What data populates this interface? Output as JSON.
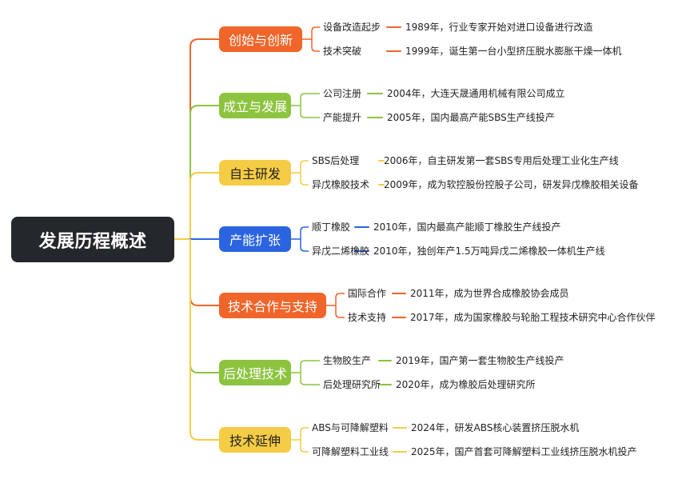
{
  "title": "发展历程概述",
  "colors": {
    "root": "#24272c",
    "orange": "#f0652a",
    "green": "#8cc43f",
    "yellow": "#f5cc45",
    "blue": "#2b64e0"
  },
  "branches": [
    {
      "label": "创始与创新",
      "color": "orange",
      "items": [
        {
          "topic": "设备改造起步",
          "detail": "1989年，行业专家开始对进口设备进行改造"
        },
        {
          "topic": "技术突破",
          "detail": "1999年，诞生第一台小型挤压脱水膨胀干燥一体机"
        }
      ]
    },
    {
      "label": "成立与发展",
      "color": "green",
      "items": [
        {
          "topic": "公司注册",
          "detail": "2004年，大连天晟通用机械有限公司成立"
        },
        {
          "topic": "产能提升",
          "detail": "2005年，国内最高产能SBS生产线投产"
        }
      ]
    },
    {
      "label": "自主研发",
      "color": "yellow",
      "items": [
        {
          "topic": "SBS后处理",
          "detail": "2006年，自主研发第一套SBS专用后处理工业化生产线"
        },
        {
          "topic": "异戊橡胶技术",
          "detail": "2009年，成为软控股份控股子公司，研发异戊橡胶相关设备"
        }
      ]
    },
    {
      "label": "产能扩张",
      "color": "blue",
      "items": [
        {
          "topic": "顺丁橡胶",
          "detail": "2010年，国内最高产能顺丁橡胶生产线投产"
        },
        {
          "topic": "异戊二烯橡胶",
          "detail": "2010年，独创年产1.5万吨异戊二烯橡胶一体机生产线"
        }
      ]
    },
    {
      "label": "技术合作与支持",
      "color": "orange",
      "items": [
        {
          "topic": "国际合作",
          "detail": "2011年，成为世界合成橡胶协会成员"
        },
        {
          "topic": "技术支持",
          "detail": "2017年，成为国家橡胶与轮胎工程技术研究中心合作伙伴"
        }
      ]
    },
    {
      "label": "后处理技术",
      "color": "green",
      "items": [
        {
          "topic": "生物胶生产",
          "detail": "2019年，国产第一套生物胶生产线投产"
        },
        {
          "topic": "后处理研究所",
          "detail": "2020年，成为橡胶后处理研究所"
        }
      ]
    },
    {
      "label": "技术延伸",
      "color": "yellow",
      "items": [
        {
          "topic": "ABS与可降解塑料",
          "detail": "2024年，研发ABS核心装置挤压脱水机"
        },
        {
          "topic": "可降解塑料工业线",
          "detail": "2025年，国产首套可降解塑料工业线挤压脱水机投产"
        }
      ]
    }
  ]
}
